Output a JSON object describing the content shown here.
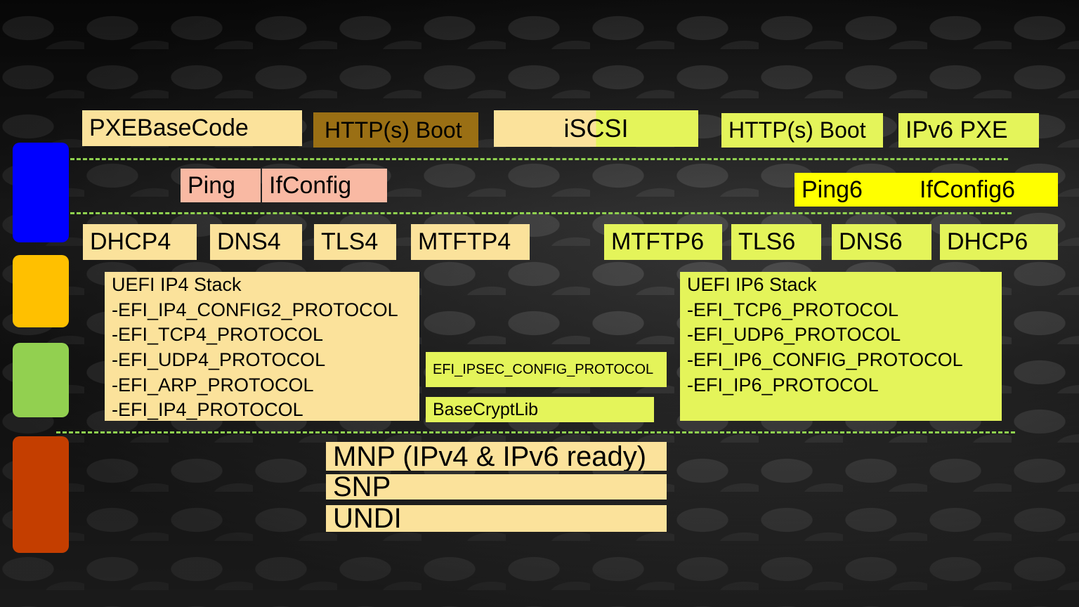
{
  "colors": {
    "layer_blue": "#0000ff",
    "layer_orange": "#ffc000",
    "layer_green": "#92d050",
    "layer_red": "#c43e00",
    "peach": "#fbe29b",
    "lime": "#e4f45a",
    "yellow": "#ffff00",
    "salmon": "#f9b9a3",
    "brown": "#9a6f14",
    "dash": "#8fd14f"
  },
  "apps": {
    "pxe_base_code": "PXEBaseCode",
    "http_boot_4": "HTTP(s) Boot",
    "iscsi": "iSCSI",
    "http_boot_6": "HTTP(s) Boot",
    "ipv6_pxe": "IPv6 PXE"
  },
  "tools": {
    "ping": "Ping",
    "ifconfig": "IfConfig",
    "ping6": "Ping6",
    "ifconfig6": "IfConfig6"
  },
  "services4": [
    "DHCP4",
    "DNS4",
    "TLS4",
    "MTFTP4"
  ],
  "services6": [
    "MTFTP6",
    "TLS6",
    "DNS6",
    "DHCP6"
  ],
  "ip4_stack": {
    "title": "UEFI IP4 Stack",
    "lines": [
      "-EFI_IP4_CONFIG2_PROTOCOL",
      "-EFI_TCP4_PROTOCOL",
      "-EFI_UDP4_PROTOCOL",
      "-EFI_ARP_PROTOCOL",
      "-EFI_IP4_PROTOCOL"
    ]
  },
  "ip6_stack": {
    "title": "UEFI IP6 Stack",
    "lines": [
      "-EFI_TCP6_PROTOCOL",
      "-EFI_UDP6_PROTOCOL",
      "-EFI_IP6_CONFIG_PROTOCOL",
      "-EFI_IP6_PROTOCOL"
    ]
  },
  "ipsec": "EFI_IPSEC_CONFIG_PROTOCOL",
  "crypt": "BaseCryptLib",
  "lower": {
    "mnp": "MNP (IPv4 & IPv6 ready)",
    "snp": "SNP",
    "undi": "UNDI"
  }
}
